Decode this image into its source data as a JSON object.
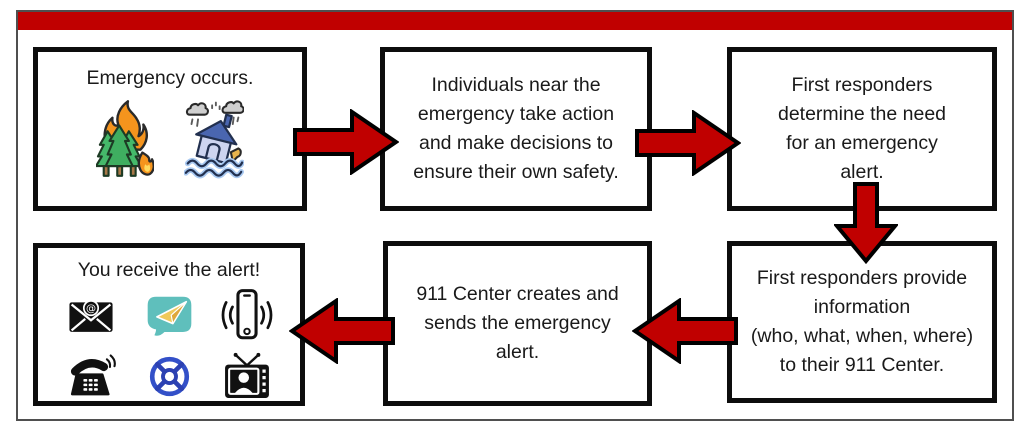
{
  "diagram": {
    "kind": "flowchart",
    "topic": "Emergency alert process"
  },
  "colors": {
    "banner_red": "#c00000",
    "arrow_red": "#c00000",
    "arrow_outline": "#000000",
    "box_border": "#0d0d0d",
    "frame_gray": "#4f4f4f",
    "text": "#1a1a1a",
    "wheel_blue": "#3350c8",
    "app_teal": "#5fbfbc",
    "plane_yellow": "#f0c95a",
    "flame_orange": "#f5941d",
    "tree_green": "#45b96a",
    "house_blue": "#4a66b0",
    "house_wall": "#cdd4f0",
    "cloud_gray": "#cfcfcf",
    "water_blue": "#a9c9f1"
  },
  "steps": {
    "emergency_occurs": {
      "title": "Emergency occurs.",
      "icons": [
        "forest-fire-icon",
        "flood-house-icon"
      ]
    },
    "individuals_take_action": {
      "text": "Individuals near the\nemergency take action\nand make decisions to\nensure their own safety."
    },
    "responders_determine": {
      "text": "First responders\ndetermine the need\nfor an emergency\nalert."
    },
    "responders_provide": {
      "text": "First responders provide\ninformation\n(who, what, when, where)\nto their 911 Center."
    },
    "center_creates": {
      "text": "911 Center creates and\nsends the emergency\nalert."
    },
    "you_receive": {
      "title": "You receive the alert!",
      "icons": [
        "email-icon",
        "message-app-icon",
        "phone-vibrate-icon",
        "telephone-icon",
        "alert-wheel-icon",
        "tv-icon"
      ]
    }
  }
}
